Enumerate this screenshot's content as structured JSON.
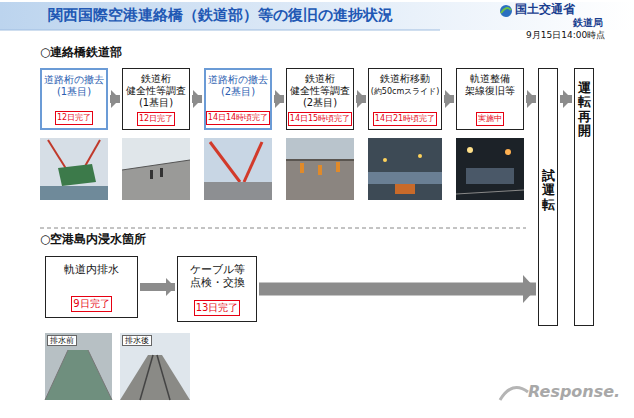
{
  "diagram": {
    "title": "関西国際空港連絡橋（鉄道部）等の復旧の進捗状況",
    "nodes": [
      {
        "text": [
          "道路桁の撤去 (1基目)"
        ]
      },
      {
        "text": [
          "12日完了"
        ],
        "in": 0
      },
      {
        "text": [
          "鉄道桁 健全性等調査 (1基目)"
        ]
      },
      {
        "text": [
          "12日完了"
        ],
        "in": 2
      },
      {
        "text": [
          "道路桁の撤去 (2基目)"
        ]
      },
      {
        "text": [
          "14日14時頃完了"
        ],
        "in": 4
      },
      {
        "text": [
          "鉄道桁 健全性等調査 (2基目)"
        ]
      },
      {
        "text": [
          "14日15時頃完了"
        ],
        "in": 6
      },
      {
        "text": [
          "鉄道桁移動",
          "(約50cmスライド)"
        ]
      },
      {
        "text": [
          "14日21時頃完了"
        ],
        "in": 8
      },
      {
        "text": [
          "軌道整備 架線復旧等"
        ]
      },
      {
        "text": [
          "実施中"
        ],
        "in": 10
      },
      {
        "text": [
          "試運転"
        ]
      },
      {
        "text": [
          "運転再開"
        ]
      },
      {
        "text": [
          "軌道内排水"
        ]
      },
      {
        "text": [
          "9日完了"
        ],
        "in": 14
      },
      {
        "text": [
          "ケーブル等 点検・交換"
        ]
      },
      {
        "text": [
          "13日完了"
        ],
        "in": 16
      }
    ],
    "edges": [
      {
        "from": 0,
        "to": 2,
        "arrow": "to"
      },
      {
        "from": 2,
        "to": 4,
        "arrow": "to"
      },
      {
        "from": 4,
        "to": 6,
        "arrow": "to"
      },
      {
        "from": 6,
        "to": 8,
        "arrow": "to"
      },
      {
        "from": 8,
        "to": 10,
        "arrow": "to"
      },
      {
        "from": 10,
        "to": 12,
        "arrow": "to"
      },
      {
        "from": 12,
        "to": 13,
        "arrow": "to"
      },
      {
        "from": 14,
        "to": 16,
        "arrow": "to"
      },
      {
        "from": 16,
        "to": 12,
        "arrow": "to"
      }
    ],
    "labels": [
      "国土交通省",
      "鉄道局",
      "9月15日14:00時点",
      "○連絡橋鉄道部",
      "○空港島内浸水箇所",
      "排水前",
      "排水後",
      "Response."
    ]
  }
}
